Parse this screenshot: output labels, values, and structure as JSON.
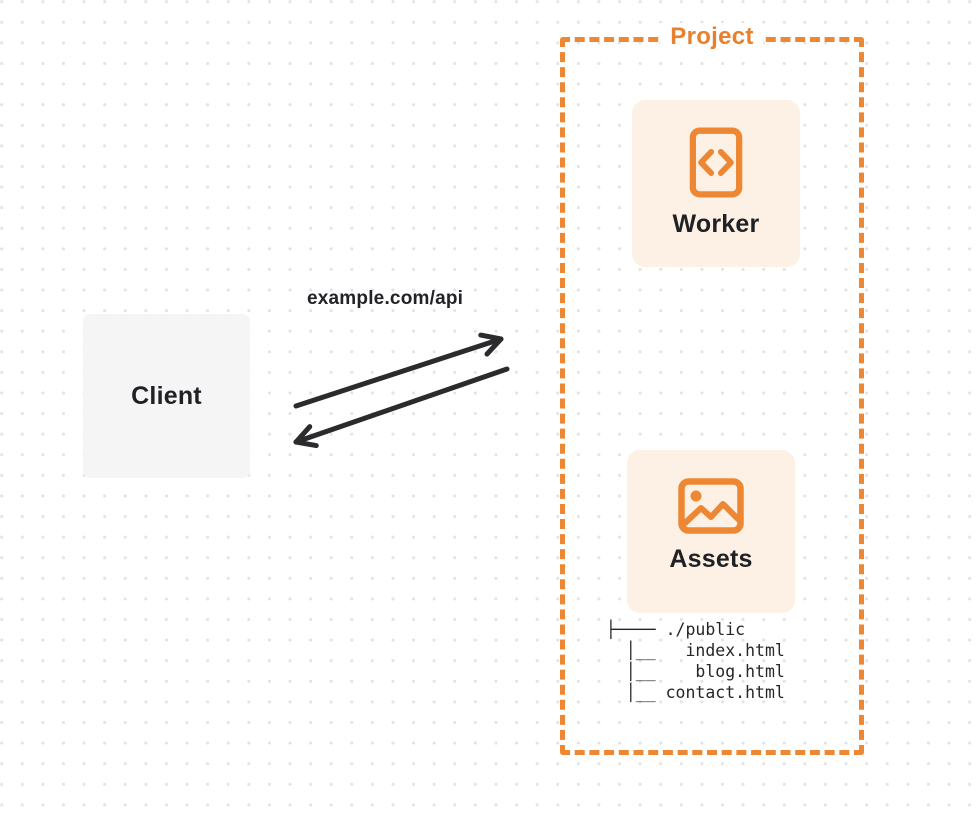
{
  "colors": {
    "accent_orange": "#ed8733",
    "card_background": "#fcf1e4",
    "client_background": "#f5f5f6",
    "ink": "#26262a",
    "dot_grid": "#e3e3e6"
  },
  "diagram": {
    "client": {
      "label": "Client"
    },
    "request_label": "example.com/api",
    "project": {
      "label": "Project",
      "worker": {
        "label": "Worker",
        "icon": "code-file-icon"
      },
      "assets": {
        "label": "Assets",
        "icon": "image-icon"
      },
      "file_tree": {
        "lines": [
          "├──── ./public",
          "  │__   index.html",
          "  │__    blog.html",
          "  │__ contact.html"
        ]
      }
    }
  }
}
